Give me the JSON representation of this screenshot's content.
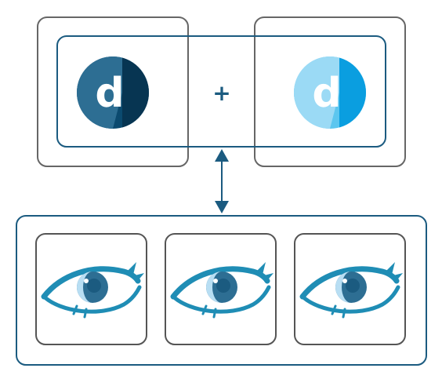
{
  "diagram": {
    "plus_symbol": "+",
    "logos": [
      {
        "name": "dark-d-logo",
        "letter": "d",
        "color": "#0b4a6f"
      },
      {
        "name": "light-d-logo",
        "letter": "d",
        "color": "#3db6ec"
      }
    ],
    "eye_count": 3,
    "arrow": "bidirectional-vertical",
    "colors": {
      "box_gray": "#666666",
      "box_blue": "#1b5b80",
      "arrow": "#1b5b80",
      "eye_outline": "#1f8db5",
      "iris_dark": "#2d6e93",
      "iris_light": "#b8def3"
    }
  }
}
